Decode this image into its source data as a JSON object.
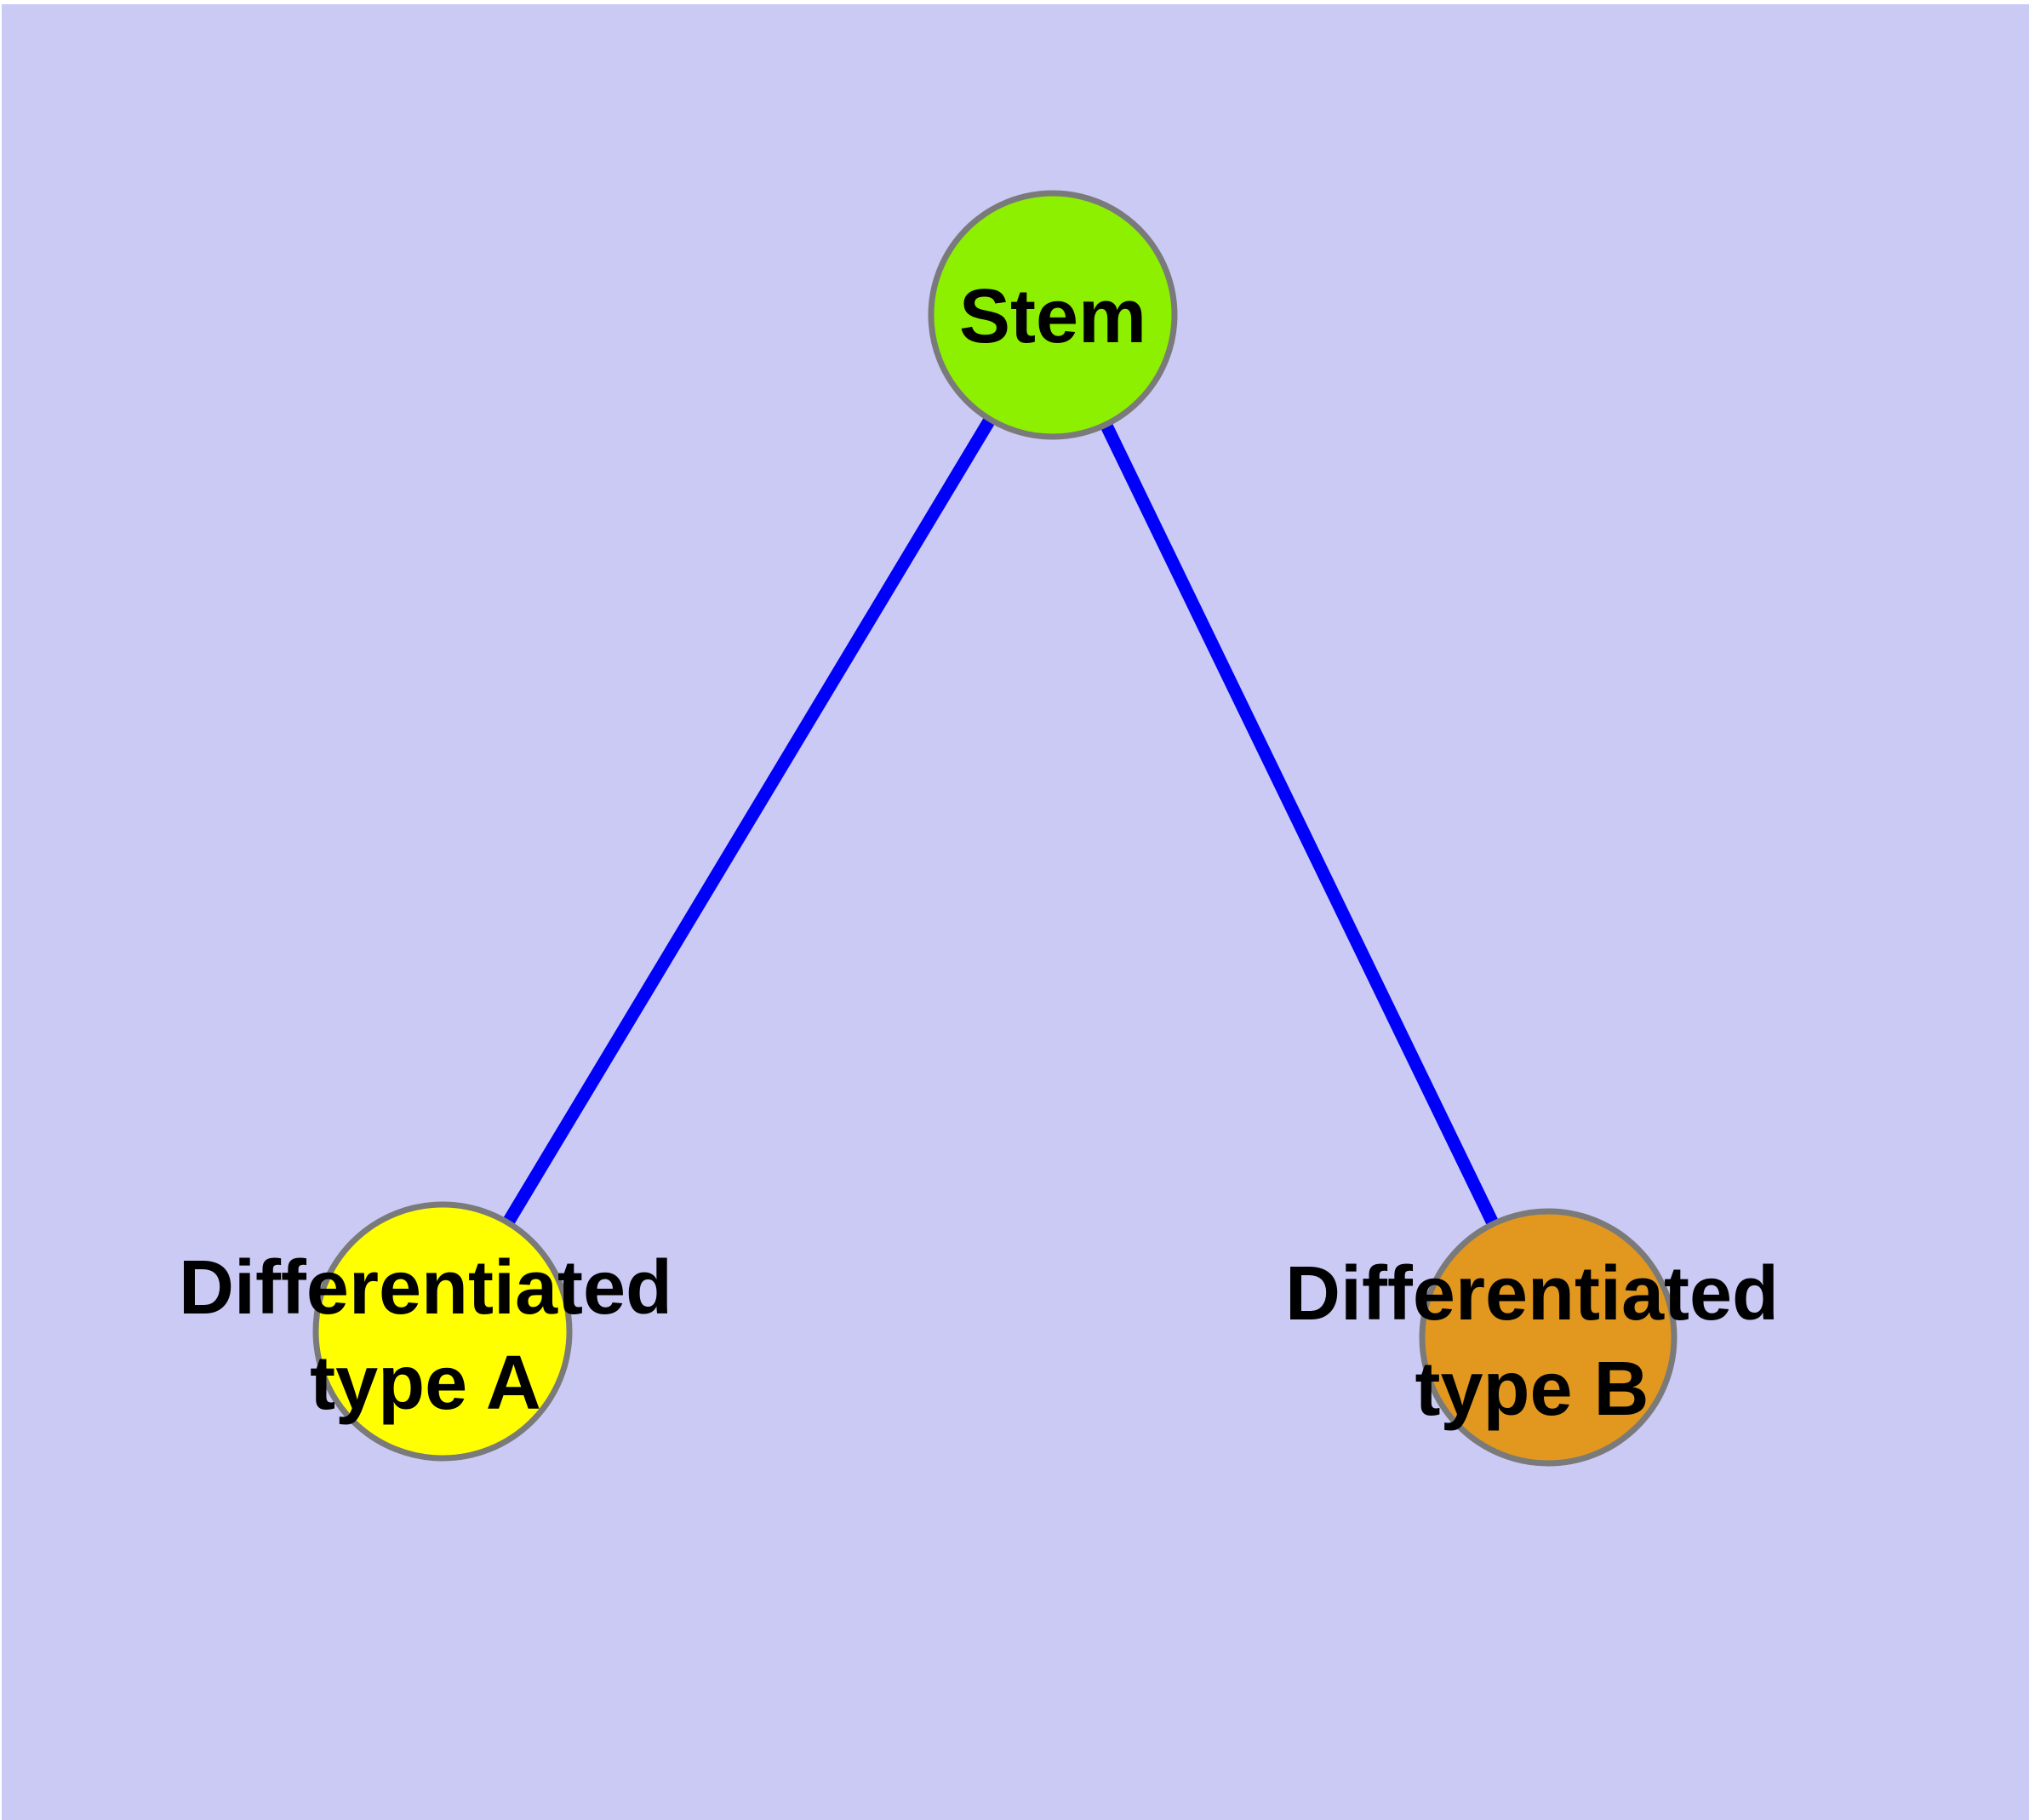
{
  "figure": {
    "description": "Cell differentiation graph diagram",
    "page_color": "#FFFFFF",
    "background_color": "#CACAF5"
  },
  "graph": {
    "edge_color": "#0000FA",
    "node_border_color": "#7A7A7A",
    "label_color": "#000000",
    "nodes": {
      "stem": {
        "label": "Stem",
        "fill": "#8CF000"
      },
      "type_a": {
        "label_line1": "Differentiated",
        "label_line2": "type A",
        "fill": "#FFFF00"
      },
      "type_b": {
        "label_line1": "Differentiated",
        "label_line2": "type B",
        "fill": "#E2981F"
      }
    },
    "edges": [
      {
        "from": "stem",
        "to": "type_a"
      },
      {
        "from": "stem",
        "to": "type_b"
      }
    ]
  }
}
